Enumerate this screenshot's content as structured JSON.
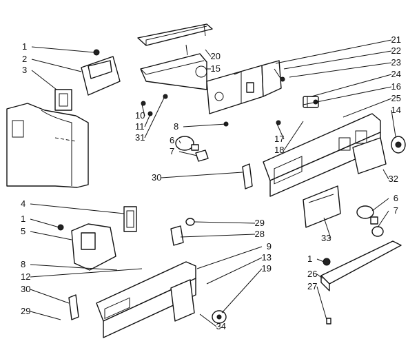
{
  "callouts": [
    {
      "label": "1"
    },
    {
      "label": "2"
    },
    {
      "label": "3"
    },
    {
      "label": "20"
    },
    {
      "label": "15"
    },
    {
      "label": "21"
    },
    {
      "label": "22"
    },
    {
      "label": "23"
    },
    {
      "label": "24"
    },
    {
      "label": "16"
    },
    {
      "label": "25"
    },
    {
      "label": "14"
    },
    {
      "label": "10"
    },
    {
      "label": "11"
    },
    {
      "label": "31"
    },
    {
      "label": "8"
    },
    {
      "label": "17"
    },
    {
      "label": "18"
    },
    {
      "label": "6"
    },
    {
      "label": "7"
    },
    {
      "label": "30"
    },
    {
      "label": "32"
    },
    {
      "label": "6"
    },
    {
      "label": "7"
    },
    {
      "label": "4"
    },
    {
      "label": "1"
    },
    {
      "label": "5"
    },
    {
      "label": "29"
    },
    {
      "label": "28"
    },
    {
      "label": "33"
    },
    {
      "label": "9"
    },
    {
      "label": "13"
    },
    {
      "label": "19"
    },
    {
      "label": "8"
    },
    {
      "label": "12"
    },
    {
      "label": "30"
    },
    {
      "label": "29"
    },
    {
      "label": "1"
    },
    {
      "label": "26"
    },
    {
      "label": "27"
    },
    {
      "label": "34"
    }
  ]
}
